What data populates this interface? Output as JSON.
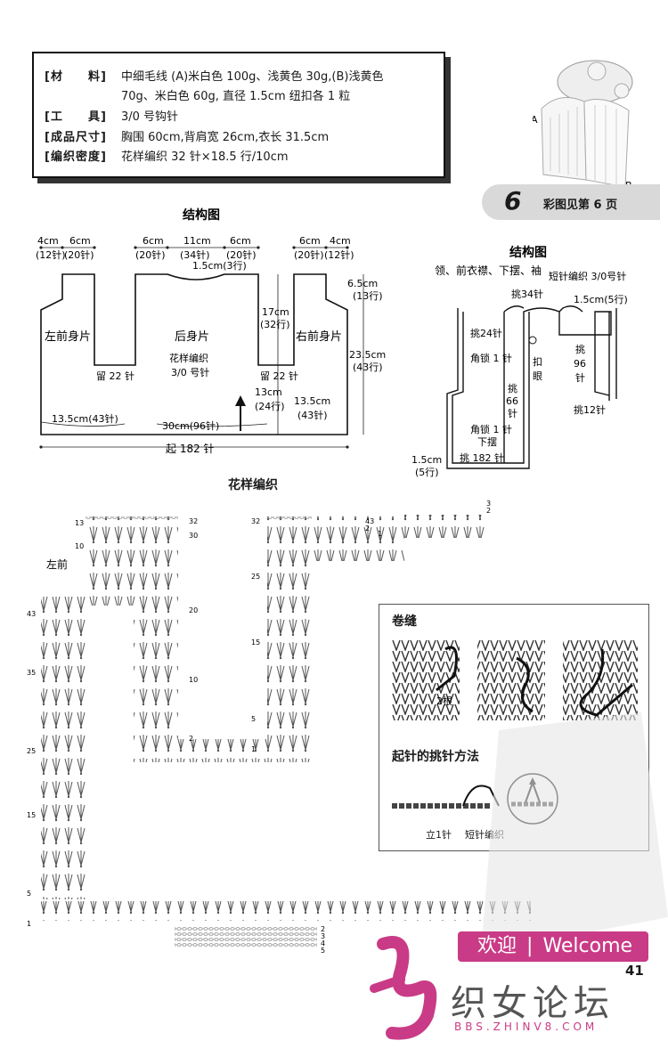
{
  "materials": [
    {
      "label": "[材　　料]",
      "value": "中细毛线 (A)米白色 100g、浅黄色 30g,(B)浅黄色"
    },
    {
      "label": "",
      "value": "70g、米白色 60g, 直径 1.5cm 纽扣各 1 粒"
    },
    {
      "label": "[工　　具]",
      "value": "3/0 号钩针"
    },
    {
      "label": "[成品尺寸]",
      "value": "胸围 60cm,背肩宽 26cm,衣长 31.5cm"
    },
    {
      "label": "[编织密度]",
      "value": "花样编织 32 针×18.5 行/10cm"
    }
  ],
  "header": {
    "pattern_number": "6",
    "color_ref": "彩图见第 6 页",
    "photo_label_a": "A",
    "photo_label_b": "B"
  },
  "diagram_left": {
    "title": "结构图",
    "left_front": "左前身片",
    "back": "后身片",
    "right_front": "右前身片",
    "pattern": "花样编织",
    "hook": "3/0 号针",
    "top_4cm_l": "4cm",
    "top_6cm_l": "6cm",
    "top_12st_l": "(12针)",
    "top_20st_l": "(20针)",
    "top_6cm_b1": "6cm",
    "top_11cm": "11cm",
    "top_6cm_b2": "6cm",
    "top_20st_b1": "(20针)",
    "top_34st": "(34针)",
    "top_20st_b2": "(20针)",
    "neck_drop": "1.5cm(3行)",
    "top_6cm_r": "6cm",
    "top_4cm_r": "4cm",
    "top_20st_r": "(20针)",
    "top_12st_r": "(12针)",
    "shoulder_h": "6.5cm",
    "shoulder_rows": "(13行)",
    "armhole_h": "17cm",
    "armhole_rows": "(32行)",
    "total_h": "23.5cm",
    "total_rows": "(43行)",
    "leave_left": "留 22 针",
    "leave_right": "留 22 针",
    "body_h": "13cm",
    "body_rows": "(24行)",
    "width_left": "13.5cm(43针)",
    "width_back": "30cm(96针)",
    "width_right": "13.5cm",
    "width_right_st": "(43针)",
    "cast_on": "起 182 针"
  },
  "diagram_right": {
    "title": "结构图",
    "subtitle": "领、前衣襟、下摆、袖",
    "stitch": "短针编织 3/0号针",
    "pick_34": "挑34针",
    "border_h": "1.5cm(5行)",
    "pick_24": "挑24针",
    "corner_1": "角锁 1 针",
    "buttonhole_1": "扣",
    "buttonhole_2": "眼",
    "pick_96_a": "挑",
    "pick_96_b": "96",
    "pick_96_c": "针",
    "pick_66_a": "挑",
    "pick_66_b": "66",
    "pick_66_c": "针",
    "pick_12": "挑12针",
    "corner_2": "角锁 1 针",
    "hem": "下摆",
    "pick_182": "挑 182 针",
    "bottom_h": "1.5cm",
    "bottom_rows": "(5行)"
  },
  "chart": {
    "title": "花样编织",
    "left_front": "左前",
    "left_rows": [
      "13",
      "10",
      "43",
      "35",
      "25",
      "15",
      "5",
      "1"
    ],
    "left_right_rows": [
      "32",
      "30",
      "20",
      "10",
      "2"
    ],
    "mid_rows": [
      "32",
      "25",
      "15",
      "5",
      "1"
    ],
    "mid_right_rows": [
      "43",
      "2",
      "1"
    ],
    "bottom_rows": [
      "2",
      "3",
      "4",
      "5"
    ],
    "corner_rows": [
      "3",
      "2"
    ]
  },
  "inset": {
    "seam_title": "卷缝",
    "two_strands": "2根",
    "pickup_title": "起针的挑针方法",
    "ch1": "立1针",
    "sc": "短针编织"
  },
  "footer": {
    "welcome_cn": "欢迎",
    "welcome_en": "Welcome",
    "page_number": "41",
    "forum_name": "织女论坛",
    "forum_url": "BBS.ZHINV8.COM"
  },
  "colors": {
    "brand_pink": "#c93b86",
    "banner_gray": "#d9d9d9"
  }
}
